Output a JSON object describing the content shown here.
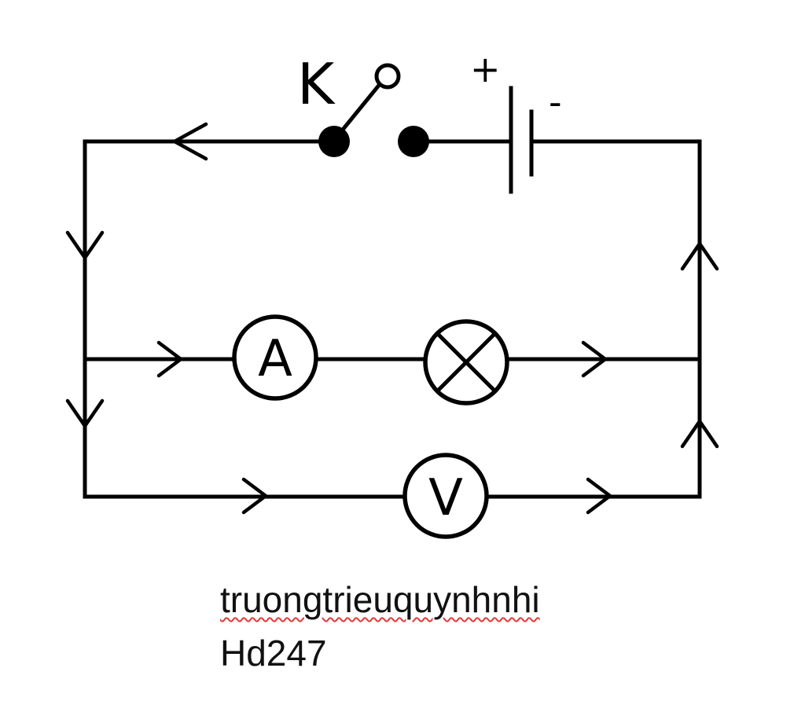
{
  "diagram": {
    "switch_label": "K",
    "battery_plus": "+",
    "battery_minus": "-",
    "ammeter_label": "A",
    "voltmeter_label": "V"
  },
  "caption": {
    "line1": "truongtrieuquynhnhi",
    "line2": "Hd247"
  },
  "colors": {
    "wire": "#000000",
    "spellcheck_underline": "#e23b3b"
  }
}
